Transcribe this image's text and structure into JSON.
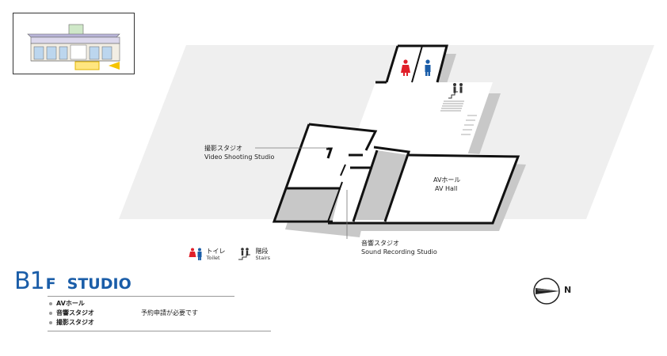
{
  "floor": {
    "number": "B1",
    "suffix": "F",
    "name": "STUDIO"
  },
  "rooms": {
    "video": {
      "ja": "撮影スタジオ",
      "en": "Video Shooting Studio"
    },
    "av": {
      "ja": "AVホール",
      "en": "AV Hall"
    },
    "sound": {
      "ja": "音響スタジオ",
      "en": "Sound Recording Studio"
    }
  },
  "legend": {
    "toilet": {
      "ja": "トイレ",
      "en": "Toilet",
      "icon": "toilet-icon"
    },
    "stairs": {
      "ja": "階段",
      "en": "Stairs",
      "icon": "stairs-icon"
    }
  },
  "facilities": [
    {
      "name": "AVホール",
      "note": ""
    },
    {
      "name": "音響スタジオ",
      "note": "予約申請が必要です"
    },
    {
      "name": "撮影スタジオ",
      "note": ""
    }
  ],
  "compass": {
    "label": "N",
    "icon": "compass-icon"
  },
  "colors": {
    "accent": "#1a5da8",
    "highlight": "#ffe680",
    "arrow": "#f5c400",
    "shadow": "#c8c8c8",
    "floor_band": "#efefef",
    "toilet_male": "#1a5da8",
    "toilet_female": "#e0202a"
  }
}
